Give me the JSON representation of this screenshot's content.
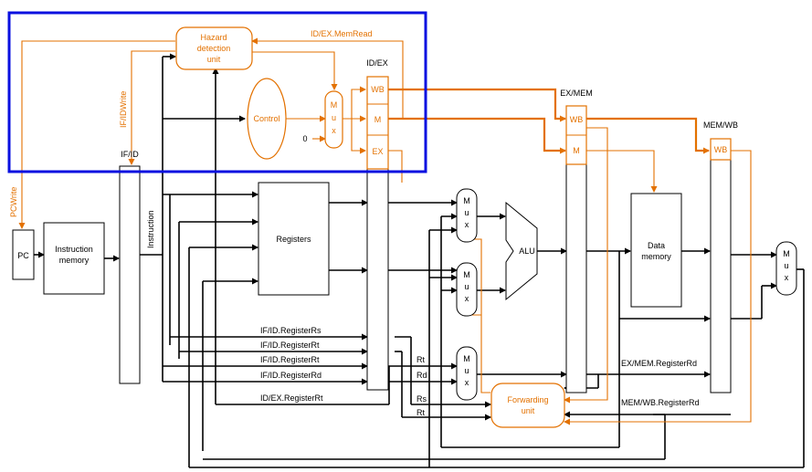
{
  "labels": {
    "hazard_unit": [
      "Hazard",
      "detection",
      "unit"
    ],
    "id_ex_memread": "ID/EX.MemRead",
    "if_id_write": "IF/IDWrite",
    "pc_write": "PCWrite",
    "control": "Control",
    "zero": "0",
    "mux_letters": [
      "M",
      "u",
      "x"
    ],
    "if_id": "IF/ID",
    "id_ex": "ID/EX",
    "ex_mem": "EX/MEM",
    "mem_wb": "MEM/WB",
    "wb": "WB",
    "m": "M",
    "ex": "EX",
    "pc": "PC",
    "instruction_memory": [
      "Instruction",
      "memory"
    ],
    "instruction": "Instruction",
    "registers": "Registers",
    "alu": "ALU",
    "data_memory": [
      "Data",
      "memory"
    ],
    "forwarding_unit": [
      "Forwarding",
      "unit"
    ],
    "if_id_rs": "IF/ID.RegisterRs",
    "if_id_rt_1": "IF/ID.RegisterRt",
    "if_id_rt_2": "IF/ID.RegisterRt",
    "if_id_rd": "IF/ID.RegisterRd",
    "id_ex_rt": "ID/EX.RegisterRt",
    "rt": "Rt",
    "rd": "Rd",
    "rs": "Rs",
    "ex_mem_rd": "EX/MEM.RegisterRd",
    "mem_wb_rd": "MEM/WB.RegisterRd"
  },
  "colors": {
    "highlight_box": "#0a10e0",
    "control_path": "#e37100",
    "datapath": "#000000"
  }
}
